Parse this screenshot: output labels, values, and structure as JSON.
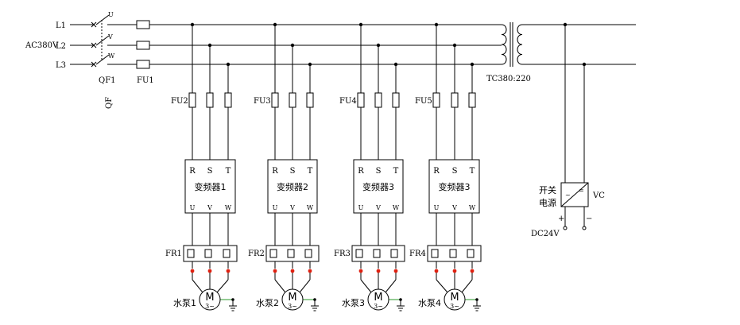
{
  "labels": {
    "supply_voltage": "AC380V",
    "phase_lines": [
      "L1",
      "L2",
      "L3"
    ],
    "phase_names": [
      "U",
      "V",
      "W"
    ],
    "main_breaker": "QF1",
    "main_breaker_side": "QF",
    "main_fuse": "FU1",
    "transformer": "TC380:220",
    "psu_line1": "开关",
    "psu_line2": "电源",
    "psu_output": "VC",
    "psu_dc": "DC24V",
    "psu_plus": "+",
    "psu_minus": "−",
    "psu_in_symbol": "~",
    "psu_out_symbol": "="
  },
  "branches": [
    {
      "fuse": "FU2",
      "inverter": "变频器1",
      "inputs": [
        "R",
        "S",
        "T"
      ],
      "outputs": [
        "U",
        "V",
        "W"
      ],
      "relay": "FR1",
      "pump": "水泵1",
      "motor_letter": "M",
      "motor_type": "3~"
    },
    {
      "fuse": "FU3",
      "inverter": "变频器2",
      "inputs": [
        "R",
        "S",
        "T"
      ],
      "outputs": [
        "U",
        "V",
        "W"
      ],
      "relay": "FR2",
      "pump": "水泵2",
      "motor_letter": "M",
      "motor_type": "3~"
    },
    {
      "fuse": "FU4",
      "inverter": "变频器3",
      "inputs": [
        "R",
        "S",
        "T"
      ],
      "outputs": [
        "U",
        "V",
        "W"
      ],
      "relay": "FR3",
      "pump": "水泵3",
      "motor_letter": "M",
      "motor_type": "3~"
    },
    {
      "fuse": "FU5",
      "inverter": "变频器3",
      "inputs": [
        "R",
        "S",
        "T"
      ],
      "outputs": [
        "U",
        "V",
        "W"
      ],
      "relay": "FR4",
      "pump": "水泵4",
      "motor_letter": "M",
      "motor_type": "3~"
    }
  ],
  "colors": {
    "wire": "#000000",
    "terminal_dot": "#e02010",
    "ground_wire": "#2a9a2a"
  }
}
